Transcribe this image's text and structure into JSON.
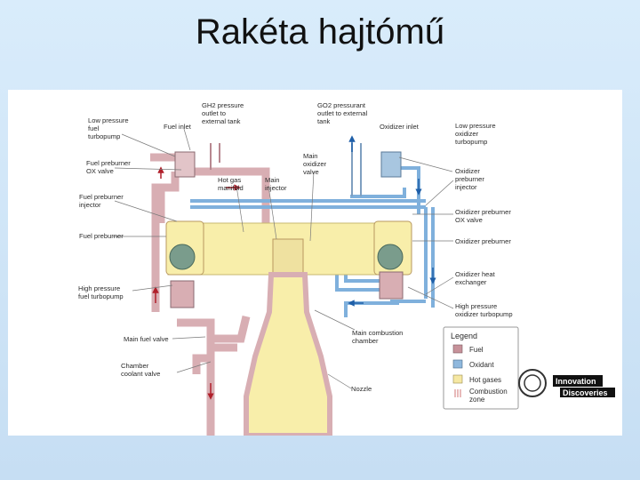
{
  "title": "Rakéta hajtómű",
  "labels": {
    "low_pressure_fuel_turbopump": [
      "Low pressure",
      "fuel",
      "turbopump"
    ],
    "fuel_inlet": "Fuel inlet",
    "gh2_outlet": [
      "GH2 pressure",
      "outlet to",
      "external tank"
    ],
    "go2_outlet": [
      "GO2 pressurant",
      "outlet to external",
      "tank"
    ],
    "oxidizer_inlet": "Oxidizer inlet",
    "low_pressure_oxidizer_turbopump": [
      "Low pressure",
      "oxidizer",
      "turbopump"
    ],
    "fuel_preburner_ox_valve": [
      "Fuel preburner",
      "OX valve"
    ],
    "fuel_preburner_injector": [
      "Fuel preburner",
      "injector"
    ],
    "hot_gas_manifold": [
      "Hot gas",
      "manifold"
    ],
    "main_injector": [
      "Main",
      "injector"
    ],
    "main_oxidizer_valve": [
      "Main",
      "oxidizer",
      "valve"
    ],
    "oxidizer_preburner_injector": [
      "Oxidizer",
      "preburner",
      "injector"
    ],
    "oxidizer_preburner_ox_valve": [
      "Oxidizer preburner",
      "OX valve"
    ],
    "fuel_preburner": "Fuel preburner",
    "oxidizer_preburner": "Oxidizer preburner",
    "high_pressure_fuel_turbopump": [
      "High pressure",
      "fuel turbopump"
    ],
    "oxidizer_heat_exchanger": [
      "Oxidizer heat",
      "exchanger"
    ],
    "high_pressure_oxidizer_turbopump": [
      "High pressure",
      "oxidizer turbopump"
    ],
    "main_fuel_valve": "Main fuel valve",
    "main_combustion_chamber": [
      "Main combustion",
      "chamber"
    ],
    "chamber_coolant_valve": [
      "Chamber",
      "coolant valve"
    ],
    "nozzle": "Nozzle"
  },
  "legend": {
    "title": "Legend",
    "items": [
      {
        "label": "Fuel",
        "color": "#c7929a"
      },
      {
        "label": "Oxidant",
        "color": "#8fb8dd"
      },
      {
        "label": "Hot gases",
        "color": "#f6e8a3"
      },
      {
        "label": [
          "Combustion",
          "zone"
        ],
        "color": "#d88c8c"
      }
    ]
  },
  "logo": {
    "line1": "Innovation",
    "line2": "Discoveries"
  },
  "colors": {
    "fuel": "#d8aeb3",
    "fuel_dark": "#b88890",
    "oxidant": "#7fb0dc",
    "hot_gas": "#f8eeaa",
    "arrow_fuel": "#b01f2a",
    "arrow_ox": "#1f5fa8",
    "arrow_hot": "#e08a2a"
  }
}
